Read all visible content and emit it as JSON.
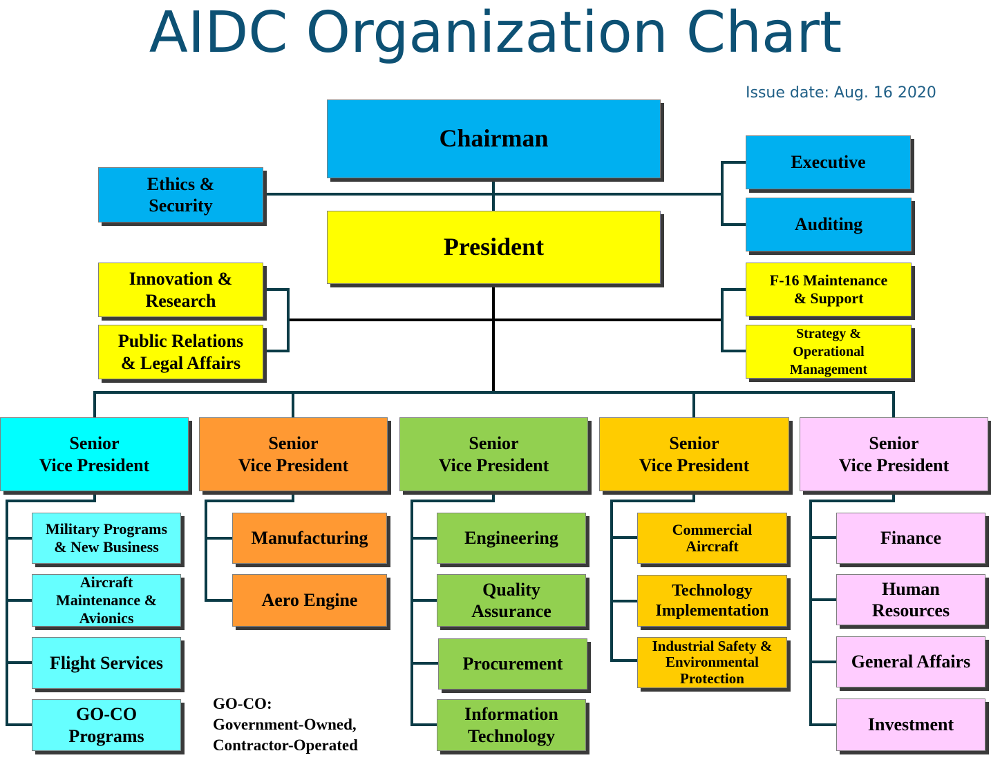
{
  "title": "AIDC Organization Chart",
  "issue_date": "Issue date: Aug. 16 2020",
  "top": {
    "chairman": "Chairman",
    "president": "President",
    "ethics_security": "Ethics &\nSecurity",
    "executive": "Executive",
    "auditing": "Auditing",
    "innovation_research": "Innovation &\nResearch",
    "public_relations": "Public Relations\n& Legal Affairs",
    "f16_maintenance": "F-16 Maintenance\n& Support",
    "strategy": "Strategy &\nOperational\nManagement"
  },
  "divisions": [
    {
      "head": "Senior\nVice President",
      "units": [
        "Military Programs\n& New Business",
        "Aircraft\nMaintenance &\nAvionics",
        "Flight Services",
        "GO-CO\nPrograms"
      ]
    },
    {
      "head": "Senior\nVice President",
      "units": [
        "Manufacturing",
        "Aero Engine"
      ]
    },
    {
      "head": "Senior\nVice President",
      "units": [
        "Engineering",
        "Quality\nAssurance",
        "Procurement",
        "Information\nTechnology"
      ]
    },
    {
      "head": "Senior\nVice President",
      "units": [
        "Commercial\nAircraft",
        "Technology\nImplementation",
        "Industrial Safety &\nEnvironmental\nProtection"
      ]
    },
    {
      "head": "Senior\nVice President",
      "units": [
        "Finance",
        "Human\nResources",
        "General Affairs",
        "Investment"
      ]
    }
  ],
  "note": "GO-CO:\nGovernment-Owned,\nContractor-Operated",
  "colors": {
    "title": "#0d5174",
    "blue": "#00b0f0",
    "yellow": "#ffff00",
    "div1_head": "#00ffff",
    "div1_units": "#66ffff",
    "div2": "#ff9933",
    "div3": "#92d050",
    "div4": "#ffcc00",
    "div5": "#ffccff",
    "connector": "#000000"
  }
}
